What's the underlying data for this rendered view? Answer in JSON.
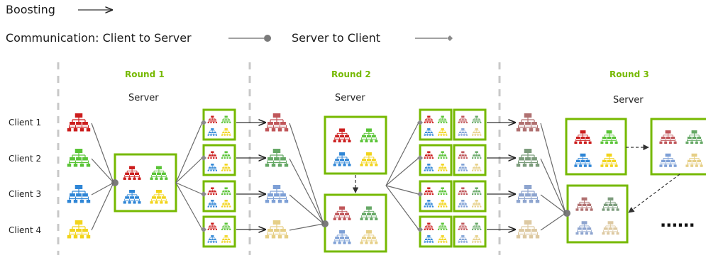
{
  "legend": {
    "boosting": "Boosting",
    "client_to_server": "Communication: Client to Server",
    "server_to_client": "Server to Client"
  },
  "rounds": [
    {
      "label": "Round 1",
      "server": "Server"
    },
    {
      "label": "Round 2",
      "server": "Server"
    },
    {
      "label": "Round 3",
      "server": "Server"
    }
  ],
  "clients": [
    "Client 1",
    "Client 2",
    "Client 3",
    "Client 4"
  ],
  "ellipsis": "......",
  "colors": {
    "accent": "#76b900",
    "client1": "#cc1d1d",
    "client2": "#5ac437",
    "client3": "#2f86d6",
    "client4": "#f2d41b",
    "client1_faded": "#c0565a",
    "client2_faded": "#66a866",
    "client3_faded": "#7ea0d6",
    "client4_faded": "#e6cf86",
    "client1_r3": "#b07070",
    "client2_r3": "#7c9c7c",
    "client3_r3": "#8ea5cf",
    "client4_r3": "#ddc9a2",
    "divider": "#c8c8c8",
    "line": "#6b6b6b"
  }
}
